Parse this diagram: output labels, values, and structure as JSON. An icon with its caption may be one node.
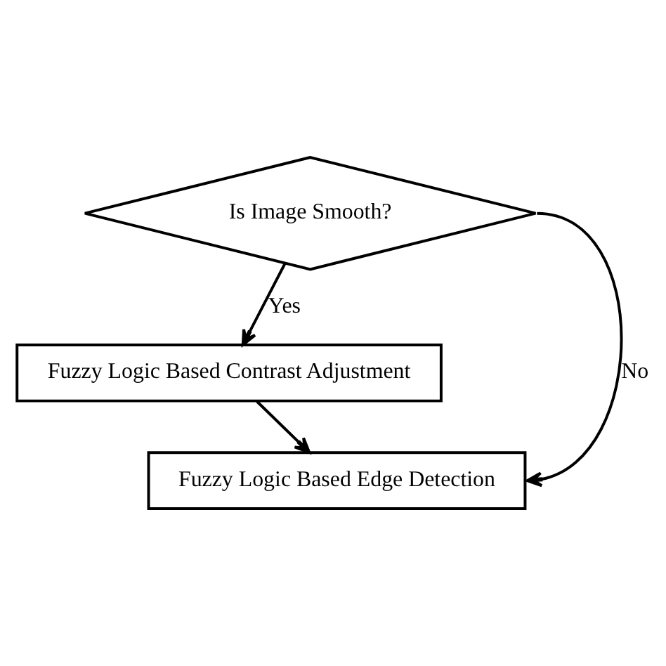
{
  "diagram": {
    "nodes": [
      {
        "text": [
          "Is Image Smooth?"
        ]
      },
      {
        "text": [
          "Fuzzy Logic Based Contrast Adjustment"
        ]
      },
      {
        "text": [
          "Fuzzy Logic Based Edge Detection"
        ]
      }
    ],
    "edges": [
      {
        "from": 0,
        "to": 1,
        "arrow": "to",
        "label": "Yes"
      },
      {
        "from": 1,
        "to": 2,
        "arrow": "to"
      },
      {
        "from": 0,
        "to": 2,
        "arrow": "to",
        "label": "No"
      }
    ]
  }
}
